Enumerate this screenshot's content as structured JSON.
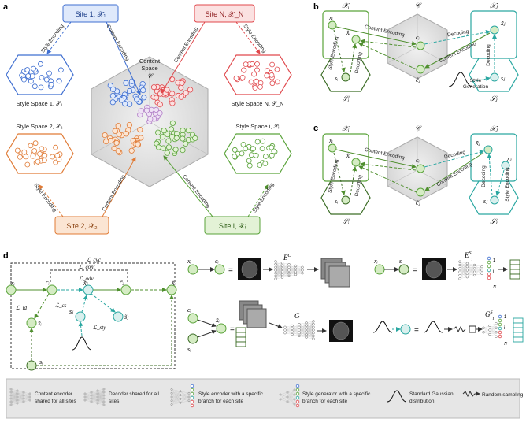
{
  "colors": {
    "site1": "#3f6fd1",
    "site1_fill": "#dfe9fb",
    "siteN": "#e0484c",
    "siteN_fill": "#fbe1e1",
    "site2": "#e07b36",
    "site2_fill": "#fbe5d3",
    "sitei": "#5aa33a",
    "sitei_fill": "#e3f2d6",
    "dark_green": "#3c6d26",
    "teal": "#2aa7a1",
    "hex_gray": "#dcdcdc",
    "legend_bg": "#e6e6e6"
  },
  "panel_a": {
    "label": "a",
    "site1": "Site 1, 𝒳₁",
    "siteN": "Site N, 𝒳_N",
    "site2": "Site 2, 𝒳₂",
    "sitei": "Site i, 𝒳ᵢ",
    "style_space_1": "Style Space 1, 𝒮₁",
    "style_space_N": "Style Space N, 𝒮_N",
    "style_space_2": "Style Space 2, 𝒮₂",
    "style_space_i": "Style Space i, 𝒮ᵢ",
    "content_space_1": "Content",
    "content_space_2": "Space",
    "content_symbol": "𝒞",
    "style_encoding": "Style Encoding",
    "content_encoding": "Content Encoding"
  },
  "panel_b": {
    "label": "b",
    "Xi": "𝒳ᵢ",
    "Xj": "𝒳ⱼ",
    "C": "𝒞",
    "Si": "𝒮ᵢ",
    "Sj": "𝒮ⱼ",
    "xi": "xᵢ",
    "xhat_i": "x̂ᵢ",
    "xtilde_j": "x̃ⱼ",
    "ci": "cᵢ",
    "ctilde_j": "c̃ⱼ",
    "si": "sᵢ",
    "sj": "sⱼ",
    "content_encoding": "Content Encoding",
    "decoding": "Decoding",
    "style_encoding": "Style Encoding",
    "style_generation_1": "Style",
    "style_generation_2": "Generation"
  },
  "panel_c": {
    "label": "c",
    "Xi": "𝒳ᵢ",
    "Xj": "𝒳ⱼ",
    "C": "𝒞",
    "Si": "𝒮ᵢ",
    "Sj": "𝒮ⱼ",
    "xi": "xᵢ",
    "xhat_i": "x̂ᵢ",
    "xtilde_j": "x̃ⱼ",
    "xj": "xⱼ",
    "ci": "cᵢ",
    "ctilde_j": "c̃ⱼ",
    "si": "sᵢ",
    "sj": "sⱼ",
    "content_encoding": "Content Encoding",
    "decoding": "Decoding",
    "style_encoding": "Style Encoding"
  },
  "panel_d": {
    "label": "d",
    "L_cyc": "ℒ_cyc",
    "L_cont": "ℒ_cont",
    "L_adv": "ℒ_adv",
    "L_id": "ℒ_id",
    "L_cs": "ℒ_cs",
    "L_sty": "ℒ_sty",
    "xi": "xᵢ",
    "ci": "cᵢ",
    "xtilde_j": "x̃ⱼ",
    "ctilde_j": "c̃ⱼ",
    "xhat_i": "x̂ᵢ",
    "xbar_i": "x̄ᵢ",
    "sj": "sⱼ",
    "stilde_j": "s̃ⱼ",
    "si": "sᵢ",
    "E_C": "E",
    "E_C_sup": "C",
    "E_S": "E",
    "E_S_sup": "S",
    "E_S_sub": "i",
    "G": "G",
    "G_S": "G",
    "G_S_sup": "S",
    "G_S_sub": "i",
    "equals": "=",
    "branch_1": "1",
    "branch_i": "i",
    "branch_N": "N"
  },
  "legend": {
    "content_encoder_1": "Content encoder",
    "content_encoder_2": "shared for all sites",
    "decoder_1": "Decoder shared for all",
    "decoder_2": "sites",
    "style_encoder_1": "Style encoder with a specific",
    "style_encoder_2": "branch for each site",
    "style_generator_1": "Style generator with a specific",
    "style_generator_2": "branch for each site",
    "gaussian_1": "Standard Gaussian",
    "gaussian_2": "distribution",
    "random_sampling": "Random sampling"
  }
}
